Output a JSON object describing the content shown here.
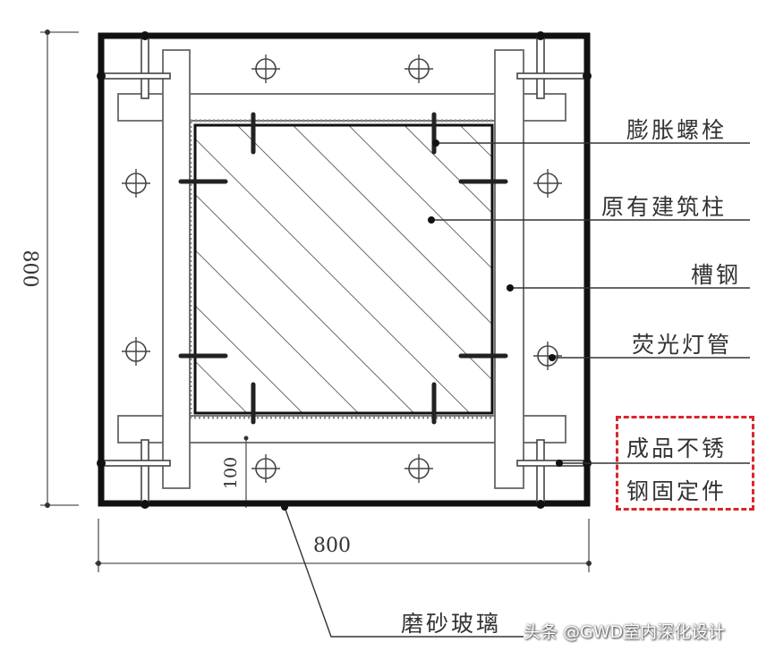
{
  "dimensions": {
    "height": "800",
    "width": "800",
    "offset": "100"
  },
  "labels": {
    "expansion_bolt": "膨胀螺栓",
    "existing_column": "原有建筑柱",
    "channel_steel": "槽钢",
    "fluorescent_tube": "荧光灯管",
    "stainless_fixing_line1": "成品不锈",
    "stainless_fixing_line2": "钢固定件",
    "frosted_glass": "磨砂玻璃"
  },
  "highlight_color": "#d9262c",
  "watermark": "头条 @GWD室内深化设计"
}
